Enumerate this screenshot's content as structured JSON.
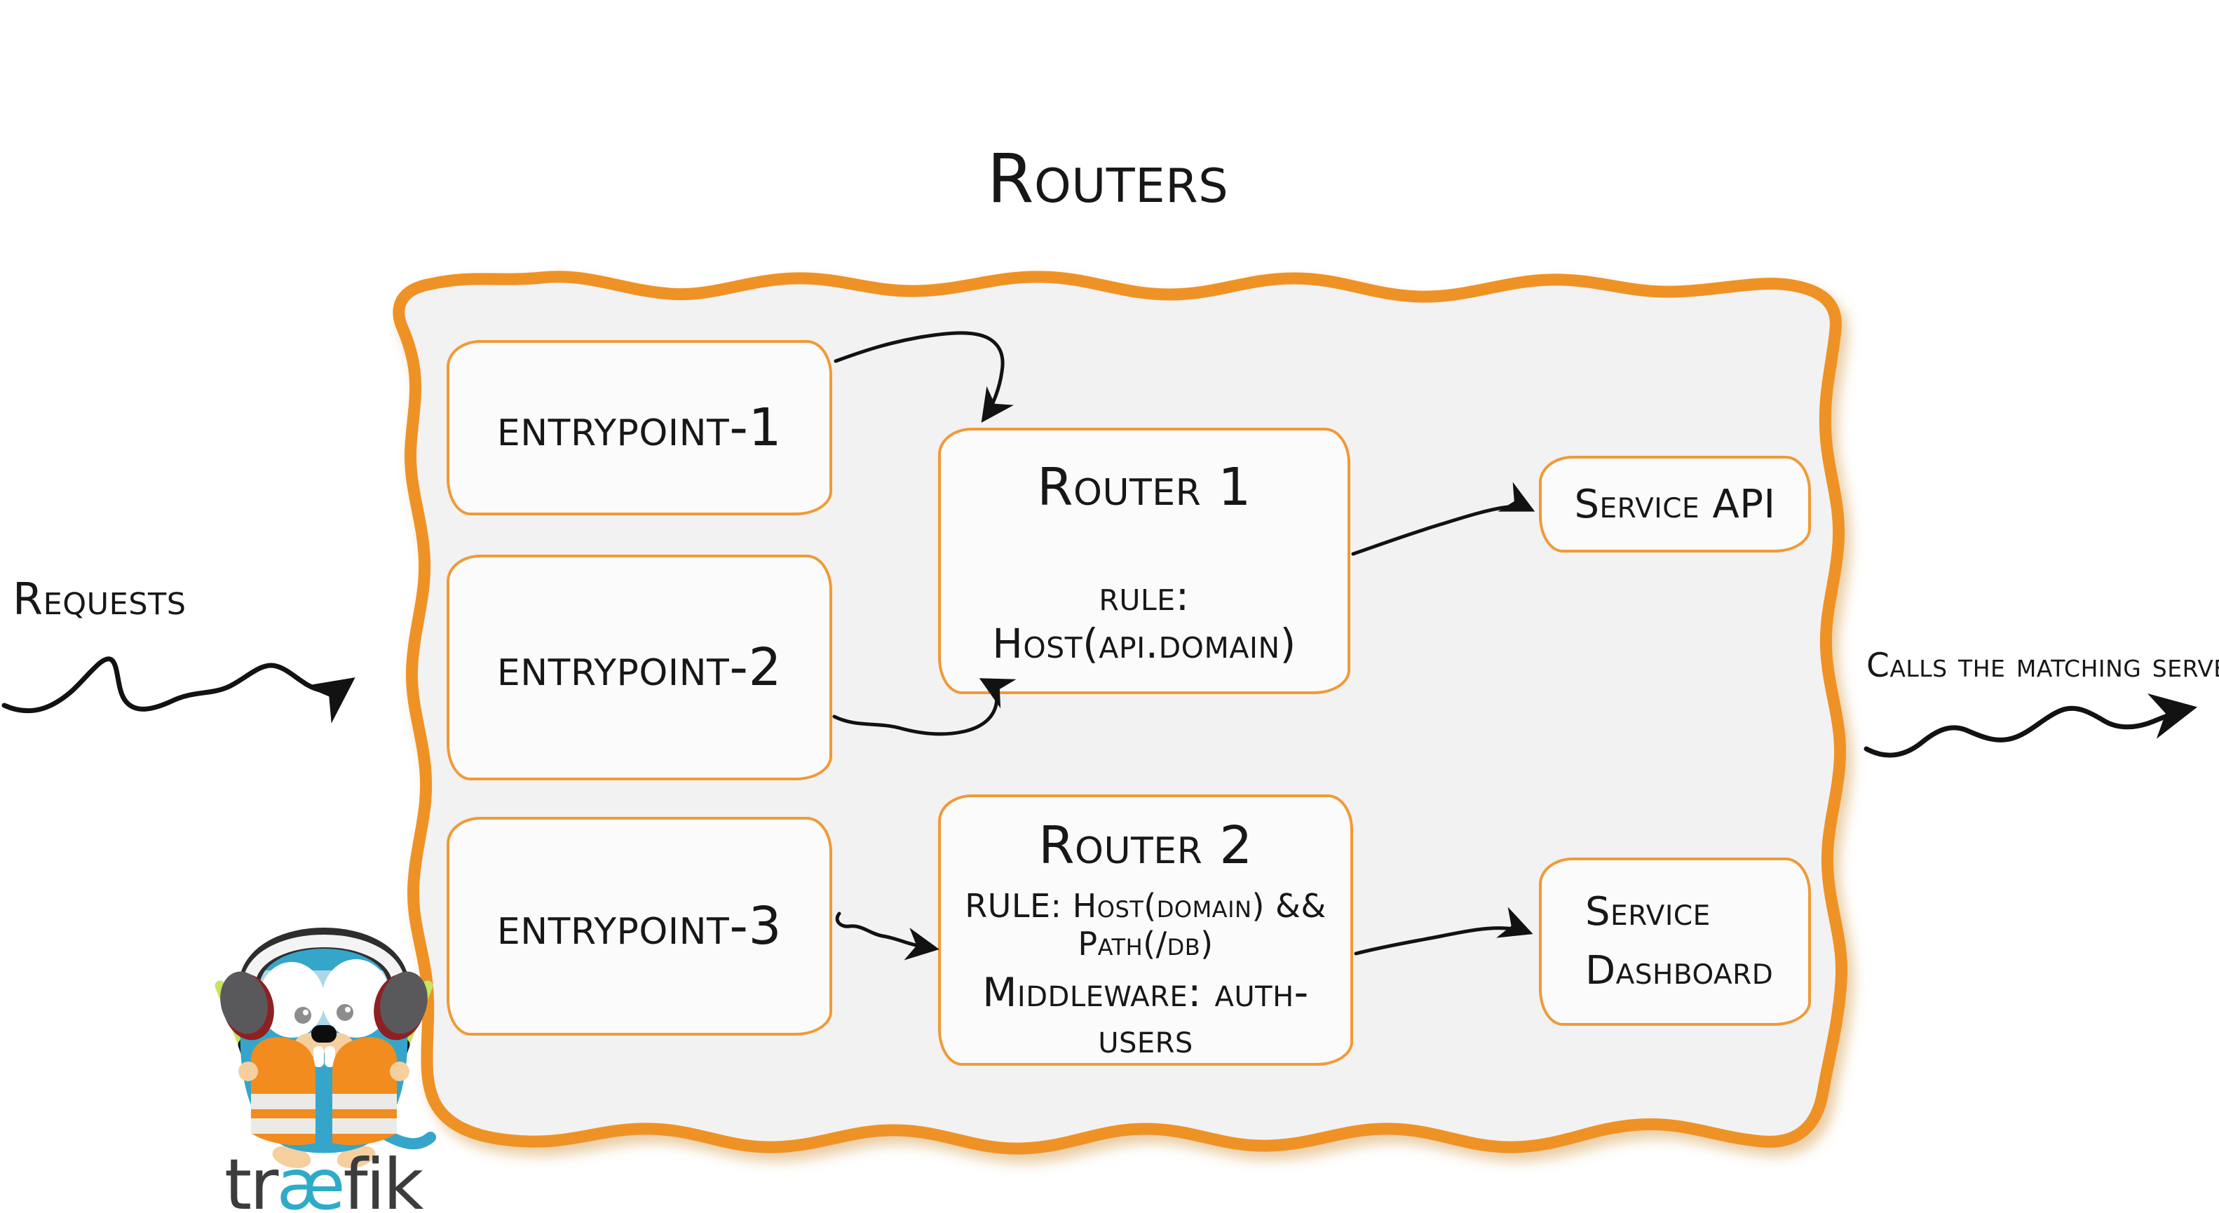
{
  "title": "Routers",
  "labels": {
    "requests": "Requests",
    "calls": "Calls the matching server"
  },
  "entrypoints": [
    {
      "label": "entrypoint-1"
    },
    {
      "label": "entrypoint-2"
    },
    {
      "label": "entrypoint-3"
    }
  ],
  "routers": [
    {
      "name": "Router 1",
      "rule": "rule: Host(api.domain)"
    },
    {
      "name": "Router 2",
      "rule": "RULE: Host(domain) && Path(/db)",
      "middleware": "Middleware: auth-users"
    }
  ],
  "services": [
    {
      "name": "Service API"
    },
    {
      "name": "Service Dashboard"
    }
  ],
  "logo": {
    "pre": "tr",
    "mid": "æ",
    "post": "fik"
  },
  "colors": {
    "panel_border_orange": "#ef9226",
    "box_border_orange": "#f09a36",
    "panel_fill_gray": "#f2f2f3",
    "ink_black": "#171717",
    "logo_teal": "#2fabc9",
    "logo_dark_gray": "#3c3c3c",
    "gopher_blue": "#35a6c9",
    "vest_orange": "#f28c1e",
    "stick_green": "#c8e35f"
  }
}
